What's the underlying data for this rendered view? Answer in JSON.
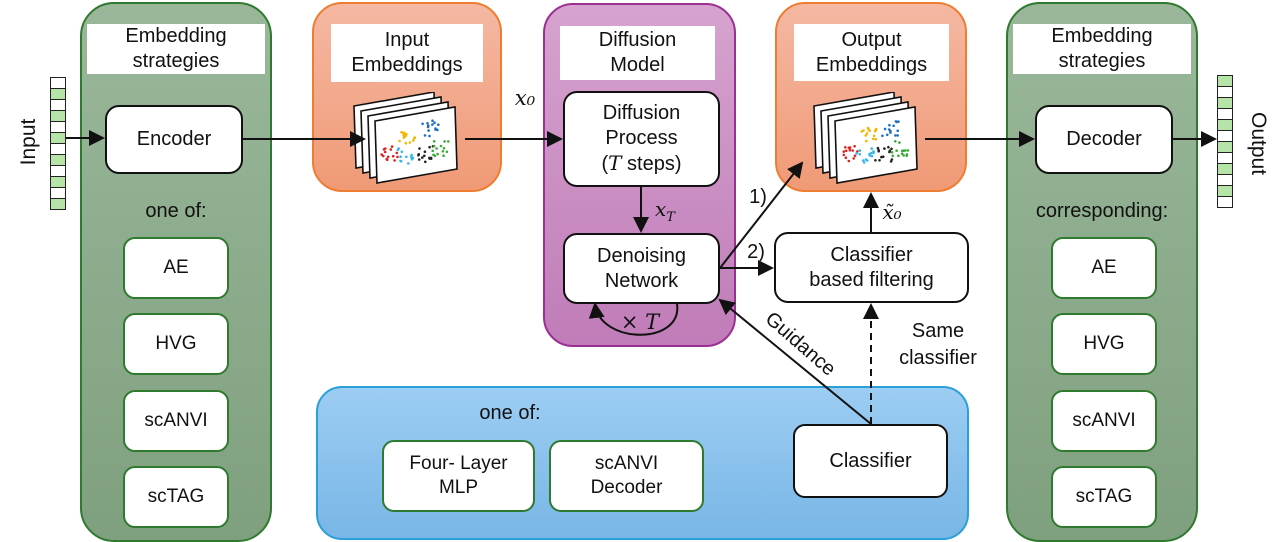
{
  "input": {
    "label": "Input",
    "cells": [
      "white",
      "green",
      "white",
      "green",
      "white",
      "green",
      "white",
      "green",
      "white",
      "green",
      "white",
      "green"
    ]
  },
  "output": {
    "label": "Output",
    "cells": [
      "green",
      "white",
      "green",
      "white",
      "green",
      "white",
      "green",
      "white",
      "green",
      "white",
      "green",
      "white"
    ]
  },
  "colors": {
    "vector_green": "#b6e3a8",
    "vector_white": "#ffffff",
    "green_panel_border": "#2f7a2f",
    "orange_panel_border": "#ed7d31",
    "purple_panel_border": "#9b2f94",
    "blue_panel_border": "#2a9fd8"
  },
  "left_panel": {
    "title_line1": "Embedding",
    "title_line2": "strategies",
    "main_node": "Encoder",
    "subtitle": "one of:",
    "options": [
      "AE",
      "HVG",
      "scANVI",
      "scTAG"
    ]
  },
  "right_panel": {
    "title_line1": "Embedding",
    "title_line2": "strategies",
    "main_node": "Decoder",
    "subtitle": "corresponding:",
    "options": [
      "AE",
      "HVG",
      "scANVI",
      "scTAG"
    ]
  },
  "input_embeddings": {
    "title_line1": "Input",
    "title_line2": "Embeddings"
  },
  "output_embeddings": {
    "title_line1": "Output",
    "title_line2": "Embeddings"
  },
  "diffusion_model": {
    "title_line1": "Diffusion",
    "title_line2": "Model",
    "process_line1": "Diffusion",
    "process_line2": "Process",
    "process_line3_var": "T",
    "process_line3_paren_open": "(",
    "process_line3_rest": " steps)",
    "denoise_line1": "Denoising",
    "denoise_line2": "Network",
    "loop_label": "× T"
  },
  "edges": {
    "x0": "x₀",
    "xT": "x_T",
    "x0_tilde": "x̃₀",
    "path1": "1)",
    "path2": "2)",
    "guidance": "Guidance",
    "same_classifier_line1": "Same",
    "same_classifier_line2": "classifier"
  },
  "filter_node": {
    "line1": "Classifier",
    "line2": "based filtering"
  },
  "bottom_panel": {
    "subtitle": "one of:",
    "options": [
      {
        "line1": "Four- Layer",
        "line2": "MLP"
      },
      {
        "line1": "scANVI",
        "line2": "Decoder"
      }
    ],
    "classifier": "Classifier"
  },
  "scatter_clusters": [
    {
      "color": "#e02020"
    },
    {
      "color": "#f2b600"
    },
    {
      "color": "#1f6fc2"
    },
    {
      "color": "#38b6e8"
    },
    {
      "color": "#222222"
    },
    {
      "color": "#3aaa35"
    }
  ]
}
